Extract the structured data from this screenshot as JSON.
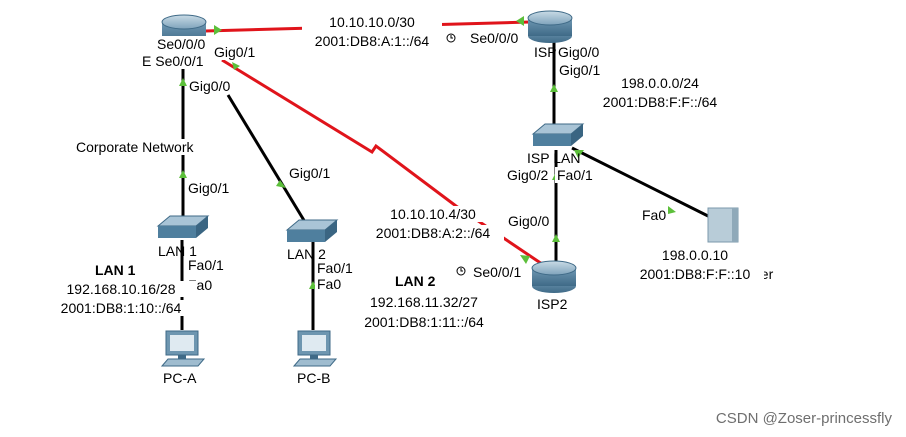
{
  "devices": {
    "r1_name": "",
    "isp_name": "ISP",
    "isp2_name": "ISP2",
    "isp_lan_name": "ISP LAN",
    "lan1_switch_name": "LAN 1",
    "lan2_switch_name": "LAN 2",
    "pc_a_name": "PC-A",
    "pc_b_name": "PC-B",
    "server_name": "Server"
  },
  "ports": {
    "r1_se000": "Se0/0/0",
    "r1_se001": "E Se0/0/1",
    "r1_gig01": "Gig0/1",
    "r1_gig00": "Gig0/0",
    "isp_se000": "Se0/0/0",
    "isp_gig00": "Gig0/0",
    "isp_gig01": "Gig0/1",
    "isplan_gig02": "Gig0/2",
    "isplan_fa01": "Fa0/1",
    "isp2_gig00": "Gig0/0",
    "isp2_se001": "Se0/0/1",
    "lan1_gig01": "Gig0/1",
    "lan1_fa01": "Fa0/1",
    "pca_fa0": "Fa0",
    "lan2_gig01": "Gig0/1",
    "lan2_fa01": "Fa0/1",
    "pcb_fa0": "Fa0",
    "server_fa0": "Fa0"
  },
  "labels": {
    "corporate_network": "Corporate Network",
    "lan1_title": "LAN 1",
    "lan2_title": "LAN 2",
    "net_r1_isp_v4": "10.10.10.0/30",
    "net_r1_isp_v6": "2001:DB8:A:1::/64",
    "net_r1_isp2_v4": "10.10.10.4/30",
    "net_r1_isp2_v6": "2001:DB8:A:2::/64",
    "net_isp_lan_v4": "198.0.0.0/24",
    "net_isp_lan_v6": "2001:DB8:F:F::/64",
    "lan1_v4": "192.168.10.16/28",
    "lan1_v6": "2001:DB8:1:10::/64",
    "lan2_v4": "192.168.11.32/27",
    "lan2_v6": "2001:DB8:1:11::/64",
    "server_v4": "198.0.0.10",
    "server_v6": "2001:DB8:F:F::10"
  },
  "watermark": "CSDN @Zoser-princessfly",
  "colors": {
    "serial_link": "#e0141b",
    "ethernet_link": "#000000",
    "link_up_marker": "#5cbf3a",
    "router_body": "#5b88a6",
    "switch_body": "#5f8fad"
  },
  "icons": {
    "router": "router-icon",
    "switch": "switch-icon",
    "pc": "pc-icon",
    "server": "server-icon",
    "clock": "clock-icon"
  }
}
